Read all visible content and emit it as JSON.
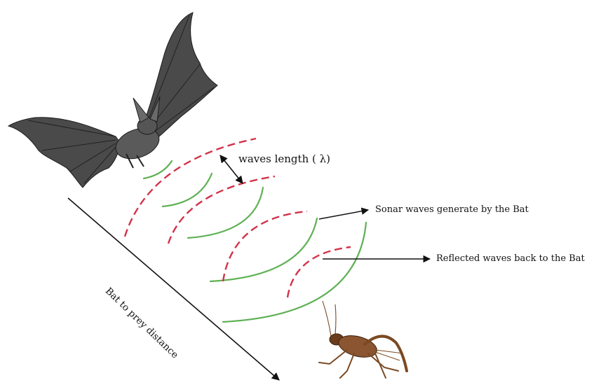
{
  "diagram": {
    "labels": {
      "wavelength": "waves length ( λ)",
      "sonar": "Sonar waves generate by the Bat",
      "reflected": "Reflected waves back to the Bat",
      "distance": "Bat to prey distance"
    },
    "colors": {
      "sonar_wave": "#5fb155",
      "reflected_wave": "#d2334a",
      "arrow": "#111111",
      "bat": "#3b3b3b",
      "cricket": "#7a4a24"
    },
    "pictures": [
      "bat",
      "cricket"
    ]
  }
}
